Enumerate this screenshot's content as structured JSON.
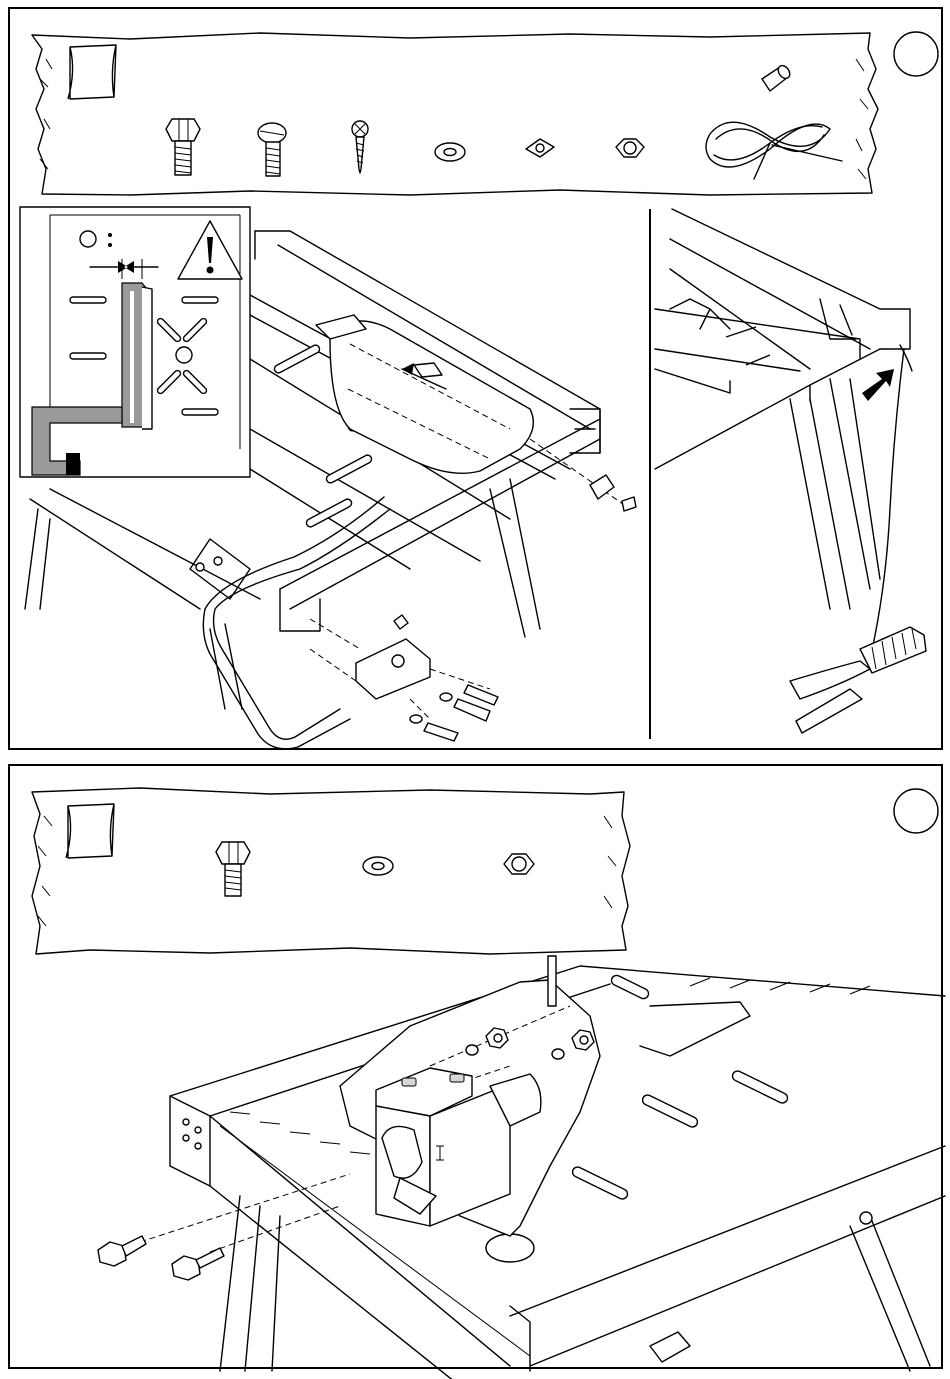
{
  "steps": [
    {
      "number": "",
      "parts_banner": {
        "parts": [
          "hex-bolt",
          "slotted-screw",
          "wood-screw",
          "washer",
          "square-nut",
          "hex-nut",
          "spacer-sleeve",
          "cord"
        ]
      },
      "inset": {
        "warning_symbol": "warning-triangle-icon"
      }
    },
    {
      "number": "",
      "parts_banner": {
        "parts": [
          "hex-bolt",
          "washer",
          "hex-nut"
        ]
      }
    }
  ],
  "colors": {
    "line": "#000000",
    "fill": "#ffffff",
    "grey": "#9a9a9a"
  }
}
